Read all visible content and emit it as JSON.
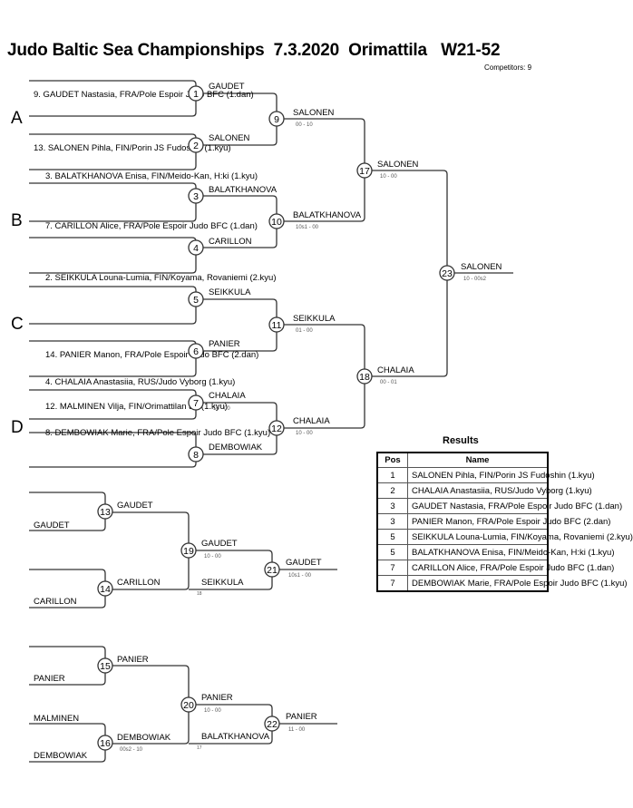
{
  "header": {
    "title": "Judo Baltic Sea Championships  7.3.2020  Orimattila   W21-52",
    "competitors": "Competitors: 9"
  },
  "pools": [
    "A",
    "B",
    "C",
    "D"
  ],
  "entrants": [
    {
      "id": "e9",
      "text": "9. GAUDET Nastasia, FRA/Pole Espoir Judo BFC (1.dan)"
    },
    {
      "id": "e13",
      "text": "13. SALONEN Pihla, FIN/Porin JS Fudoshin (1.kyu)"
    },
    {
      "id": "e3",
      "text": "3. BALATKHANOVA Enisa, FIN/Meido-Kan, H:ki (1.kyu)"
    },
    {
      "id": "e7",
      "text": "7. CARILLON Alice, FRA/Pole Espoir Judo BFC (1.dan)"
    },
    {
      "id": "e2",
      "text": "2. SEIKKULA Louna-Lumia, FIN/Koyama, Rovaniemi (2.kyu)"
    },
    {
      "id": "e14",
      "text": "14. PANIER Manon, FRA/Pole Espoir Judo BFC (2.dan)"
    },
    {
      "id": "e4",
      "text": "4. CHALAIA Anastasiia, RUS/Judo Vyborg (1.kyu)"
    },
    {
      "id": "e12",
      "text": "12. MALMINEN Vilja, FIN/Orimattilan JS (1.kyu)"
    },
    {
      "id": "e8",
      "text": "8. DEMBOWIAK Marie, FRA/Pole Espoir Judo BFC (1.kyu)"
    }
  ],
  "matches": [
    {
      "no": "1",
      "winner": "GAUDET",
      "score": ""
    },
    {
      "no": "2",
      "winner": "SALONEN",
      "score": ""
    },
    {
      "no": "3",
      "winner": "BALATKHANOVA",
      "score": ""
    },
    {
      "no": "4",
      "winner": "CARILLON",
      "score": ""
    },
    {
      "no": "5",
      "winner": "SEIKKULA",
      "score": ""
    },
    {
      "no": "6",
      "winner": "PANIER",
      "score": ""
    },
    {
      "no": "7",
      "winner": "CHALAIA",
      "score": "10 - 00"
    },
    {
      "no": "8",
      "winner": "DEMBOWIAK",
      "score": ""
    },
    {
      "no": "9",
      "winner": "SALONEN",
      "score": "00 - 10"
    },
    {
      "no": "10",
      "winner": "BALATKHANOVA",
      "score": "10s1 - 00"
    },
    {
      "no": "11",
      "winner": "SEIKKULA",
      "score": "01 - 00"
    },
    {
      "no": "12",
      "winner": "CHALAIA",
      "score": "10 - 00"
    },
    {
      "no": "17",
      "winner": "SALONEN",
      "score": "10 - 00"
    },
    {
      "no": "18",
      "winner": "CHALAIA",
      "score": "00 - 01"
    },
    {
      "no": "23",
      "winner": "SALONEN",
      "score": "10 - 00s2"
    }
  ],
  "repechage": {
    "upper": {
      "in13": "GAUDET",
      "in14": "CARILLON",
      "m13": {
        "no": "13",
        "winner": "GAUDET"
      },
      "m14": {
        "no": "14",
        "winner": "CARILLON"
      },
      "m19": {
        "no": "19",
        "winner": "GAUDET",
        "score": "10 - 00"
      },
      "loser_in": "SEIKKULA",
      "loser_from": "18",
      "m21": {
        "no": "21",
        "winner": "GAUDET",
        "score": "10s1 - 00"
      }
    },
    "lower": {
      "in15": "PANIER",
      "in16a": "MALMINEN",
      "in16b": "DEMBOWIAK",
      "m15": {
        "no": "15",
        "winner": "PANIER"
      },
      "m16": {
        "no": "16",
        "winner": "DEMBOWIAK",
        "score": "00s2 - 10"
      },
      "m20": {
        "no": "20",
        "winner": "PANIER",
        "score": "10 - 00"
      },
      "loser_in": "BALATKHANOVA",
      "loser_from": "17",
      "m22": {
        "no": "22",
        "winner": "PANIER",
        "score": "11 - 00"
      }
    }
  },
  "results": {
    "title": "Results",
    "headers": [
      "Pos",
      "Name"
    ],
    "rows": [
      {
        "pos": "1",
        "name": "SALONEN Pihla, FIN/Porin JS Fudoshin (1.kyu)"
      },
      {
        "pos": "2",
        "name": "CHALAIA Anastasiia, RUS/Judo Vyborg (1.kyu)"
      },
      {
        "pos": "3",
        "name": "GAUDET Nastasia, FRA/Pole Espoir Judo BFC (1.dan)"
      },
      {
        "pos": "3",
        "name": "PANIER Manon, FRA/Pole Espoir Judo BFC (2.dan)"
      },
      {
        "pos": "5",
        "name": "SEIKKULA Louna-Lumia, FIN/Koyama, Rovaniemi (2.kyu)"
      },
      {
        "pos": "5",
        "name": "BALATKHANOVA Enisa, FIN/Meido-Kan, H:ki (1.kyu)"
      },
      {
        "pos": "7",
        "name": "CARILLON Alice, FRA/Pole Espoir Judo BFC (1.dan)"
      },
      {
        "pos": "7",
        "name": "DEMBOWIAK Marie, FRA/Pole Espoir Judo BFC (1.kyu)"
      }
    ]
  }
}
